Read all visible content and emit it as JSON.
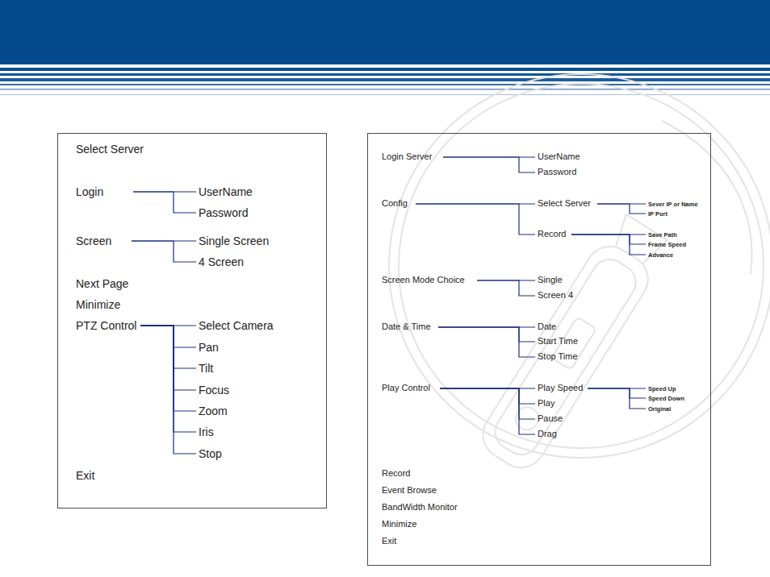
{
  "diagram": {
    "nodes": [
      {
        "text": []
      },
      {
        "text": [
          "Select Server"
        ],
        "in": 0
      },
      {
        "text": [
          "Login"
        ],
        "in": 0
      },
      {
        "text": [
          "UserName"
        ],
        "in": 0
      },
      {
        "text": [
          "Password"
        ],
        "in": 0
      },
      {
        "text": [
          "Screen"
        ],
        "in": 0
      },
      {
        "text": [
          "Single Screen"
        ],
        "in": 0
      },
      {
        "text": [
          "4 Screen"
        ],
        "in": 0
      },
      {
        "text": [
          "Next Page"
        ],
        "in": 0
      },
      {
        "text": [
          "Minimize"
        ],
        "in": 0
      },
      {
        "text": [
          "PTZ Control"
        ],
        "in": 0
      },
      {
        "text": [
          "Select Camera"
        ],
        "in": 0
      },
      {
        "text": [
          "Pan"
        ],
        "in": 0
      },
      {
        "text": [
          "Tilt"
        ],
        "in": 0
      },
      {
        "text": [
          "Focus"
        ],
        "in": 0
      },
      {
        "text": [
          "Zoom"
        ],
        "in": 0
      },
      {
        "text": [
          "Iris"
        ],
        "in": 0
      },
      {
        "text": [
          "Stop"
        ],
        "in": 0
      },
      {
        "text": [
          "Exit"
        ],
        "in": 0
      },
      {
        "text": []
      },
      {
        "text": [
          "Login Server"
        ],
        "in": 19
      },
      {
        "text": [
          "UserName"
        ],
        "in": 19
      },
      {
        "text": [
          "Password"
        ],
        "in": 19
      },
      {
        "text": [
          "Config"
        ],
        "in": 19
      },
      {
        "text": [
          "Select Server"
        ],
        "in": 19
      },
      {
        "text": [
          "Sever IP or Name"
        ],
        "in": 19
      },
      {
        "text": [
          "IP Port"
        ],
        "in": 19
      },
      {
        "text": [
          "Record"
        ],
        "in": 19
      },
      {
        "text": [
          "Save Path"
        ],
        "in": 19
      },
      {
        "text": [
          "Frame Speed"
        ],
        "in": 19
      },
      {
        "text": [
          "Advance"
        ],
        "in": 19
      },
      {
        "text": [
          "Screen Mode Choice"
        ],
        "in": 19
      },
      {
        "text": [
          "Single"
        ],
        "in": 19
      },
      {
        "text": [
          "Screen 4"
        ],
        "in": 19
      },
      {
        "text": [
          "Date & Time"
        ],
        "in": 19
      },
      {
        "text": [
          "Date"
        ],
        "in": 19
      },
      {
        "text": [
          "Start Time"
        ],
        "in": 19
      },
      {
        "text": [
          "Stop Time"
        ],
        "in": 19
      },
      {
        "text": [
          "Play Control"
        ],
        "in": 19
      },
      {
        "text": [
          "Play Speed"
        ],
        "in": 19
      },
      {
        "text": [
          "Speed Up"
        ],
        "in": 19
      },
      {
        "text": [
          "Speed Down"
        ],
        "in": 19
      },
      {
        "text": [
          "Original"
        ],
        "in": 19
      },
      {
        "text": [
          "Play"
        ],
        "in": 19
      },
      {
        "text": [
          "Pause"
        ],
        "in": 19
      },
      {
        "text": [
          "Drag"
        ],
        "in": 19
      },
      {
        "text": [
          "Record"
        ],
        "in": 19
      },
      {
        "text": [
          "Event Browse"
        ],
        "in": 19
      },
      {
        "text": [
          "BandWidth Monitor"
        ],
        "in": 19
      },
      {
        "text": [
          "Minimize"
        ],
        "in": 19
      },
      {
        "text": [
          "Exit"
        ],
        "in": 19
      }
    ],
    "edges": [
      {
        "from": 2,
        "to": 3,
        "arrow": "none"
      },
      {
        "from": 2,
        "to": 4,
        "arrow": "none"
      },
      {
        "from": 5,
        "to": 6,
        "arrow": "none"
      },
      {
        "from": 5,
        "to": 7,
        "arrow": "none"
      },
      {
        "from": 10,
        "to": 11,
        "arrow": "none"
      },
      {
        "from": 10,
        "to": 12,
        "arrow": "none"
      },
      {
        "from": 10,
        "to": 13,
        "arrow": "none"
      },
      {
        "from": 10,
        "to": 14,
        "arrow": "none"
      },
      {
        "from": 10,
        "to": 15,
        "arrow": "none"
      },
      {
        "from": 10,
        "to": 16,
        "arrow": "none"
      },
      {
        "from": 10,
        "to": 17,
        "arrow": "none"
      },
      {
        "from": 20,
        "to": 21,
        "arrow": "none"
      },
      {
        "from": 20,
        "to": 22,
        "arrow": "none"
      },
      {
        "from": 23,
        "to": 24,
        "arrow": "none"
      },
      {
        "from": 23,
        "to": 27,
        "arrow": "none"
      },
      {
        "from": 24,
        "to": 25,
        "arrow": "none"
      },
      {
        "from": 24,
        "to": 26,
        "arrow": "none"
      },
      {
        "from": 27,
        "to": 28,
        "arrow": "none"
      },
      {
        "from": 27,
        "to": 29,
        "arrow": "none"
      },
      {
        "from": 27,
        "to": 30,
        "arrow": "none"
      },
      {
        "from": 31,
        "to": 32,
        "arrow": "none"
      },
      {
        "from": 31,
        "to": 33,
        "arrow": "none"
      },
      {
        "from": 34,
        "to": 35,
        "arrow": "none"
      },
      {
        "from": 34,
        "to": 36,
        "arrow": "none"
      },
      {
        "from": 34,
        "to": 37,
        "arrow": "none"
      },
      {
        "from": 38,
        "to": 39,
        "arrow": "none"
      },
      {
        "from": 38,
        "to": 43,
        "arrow": "none"
      },
      {
        "from": 38,
        "to": 44,
        "arrow": "none"
      },
      {
        "from": 38,
        "to": 45,
        "arrow": "none"
      },
      {
        "from": 39,
        "to": 40,
        "arrow": "none"
      },
      {
        "from": 39,
        "to": 41,
        "arrow": "none"
      },
      {
        "from": 39,
        "to": 42,
        "arrow": "none"
      }
    ]
  }
}
